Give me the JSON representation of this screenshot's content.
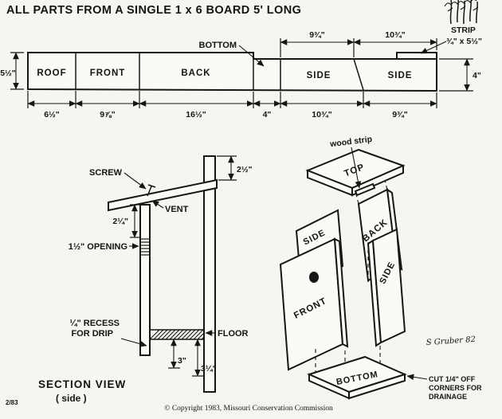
{
  "title": "ALL PARTS FROM A SINGLE 1 x 6 BOARD 5' LONG",
  "board": {
    "pieces": {
      "roof": "ROOF",
      "front": "FRONT",
      "back": "BACK",
      "side1": "SIDE",
      "side2": "SIDE"
    },
    "callouts": {
      "bottom": "BOTTOM",
      "strip_line1": "STRIP",
      "strip_line2": "¾\" x 5½\""
    },
    "dims": {
      "height_left": "5½\"",
      "height_right": "4\"",
      "top1": "9¾\"",
      "top2": "10¾\"",
      "b_roof": "6½\"",
      "b_front": "9⅞\"",
      "b_back": "16½\"",
      "b_bottom": "4\"",
      "b_side1": "10¾\"",
      "b_side2": "9¾\""
    }
  },
  "section": {
    "title": "SECTION VIEW",
    "subtitle": "( side )",
    "labels": {
      "screw": "SCREW",
      "vent": "VENT",
      "opening": "1½\" OPENING",
      "recess1": "¼\" RECESS",
      "recess2": "FOR DRIP",
      "floor": "FLOOR"
    },
    "dims": {
      "d_top": "2½\"",
      "d_overhang": "2¼\"",
      "d3": "3\"",
      "d3q": "3¼\""
    }
  },
  "iso": {
    "labels": {
      "wood_strip": "wood strip",
      "top": "TOP",
      "back": "BACK",
      "side_left": "SIDE",
      "side_right": "SIDE",
      "front": "FRONT",
      "bottom": "BOTTOM"
    },
    "note": {
      "line1": "CUT 1/4\" OFF",
      "line2": "CORNERS FOR",
      "line3": "DRAINAGE"
    },
    "signature": "S Gruber 82"
  },
  "footer": {
    "code": "2/83",
    "copyright": "© Copyright 1983, Missouri Conservation Commission"
  }
}
